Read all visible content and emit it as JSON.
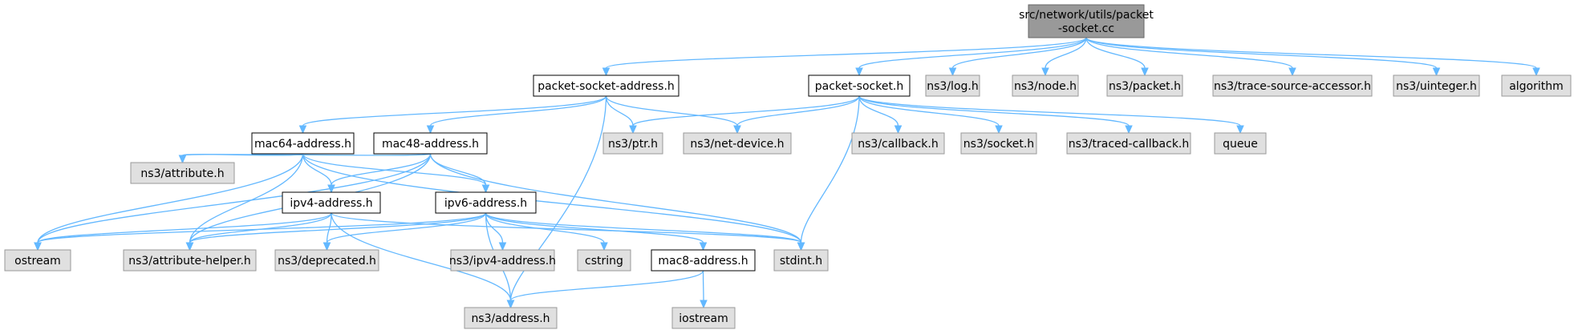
{
  "graph": {
    "nodes": [
      {
        "id": "root",
        "lines": [
          "src/network/utils/packet",
          "-socket.cc"
        ],
        "style": "root"
      },
      {
        "id": "psa",
        "lines": [
          "packet-socket-address.h"
        ],
        "style": "local"
      },
      {
        "id": "ps",
        "lines": [
          "packet-socket.h"
        ],
        "style": "local"
      },
      {
        "id": "log",
        "lines": [
          "ns3/log.h"
        ],
        "style": "external"
      },
      {
        "id": "node",
        "lines": [
          "ns3/node.h"
        ],
        "style": "external"
      },
      {
        "id": "packet",
        "lines": [
          "ns3/packet.h"
        ],
        "style": "external"
      },
      {
        "id": "tsa",
        "lines": [
          "ns3/trace-source-accessor.h"
        ],
        "style": "external"
      },
      {
        "id": "uint",
        "lines": [
          "ns3/uinteger.h"
        ],
        "style": "external"
      },
      {
        "id": "algo",
        "lines": [
          "algorithm"
        ],
        "style": "external"
      },
      {
        "id": "mac64",
        "lines": [
          "mac64-address.h"
        ],
        "style": "local"
      },
      {
        "id": "mac48",
        "lines": [
          "mac48-address.h"
        ],
        "style": "local"
      },
      {
        "id": "ptr",
        "lines": [
          "ns3/ptr.h"
        ],
        "style": "external"
      },
      {
        "id": "netdev",
        "lines": [
          "ns3/net-device.h"
        ],
        "style": "external"
      },
      {
        "id": "callback",
        "lines": [
          "ns3/callback.h"
        ],
        "style": "external"
      },
      {
        "id": "socket",
        "lines": [
          "ns3/socket.h"
        ],
        "style": "external"
      },
      {
        "id": "tcb",
        "lines": [
          "ns3/traced-callback.h"
        ],
        "style": "external"
      },
      {
        "id": "queue",
        "lines": [
          "queue"
        ],
        "style": "external"
      },
      {
        "id": "attr",
        "lines": [
          "ns3/attribute.h"
        ],
        "style": "external"
      },
      {
        "id": "ipv4",
        "lines": [
          "ipv4-address.h"
        ],
        "style": "local"
      },
      {
        "id": "ipv6",
        "lines": [
          "ipv6-address.h"
        ],
        "style": "local"
      },
      {
        "id": "ostream",
        "lines": [
          "ostream"
        ],
        "style": "external"
      },
      {
        "id": "attrh",
        "lines": [
          "ns3/attribute-helper.h"
        ],
        "style": "external"
      },
      {
        "id": "depr",
        "lines": [
          "ns3/deprecated.h"
        ],
        "style": "external"
      },
      {
        "id": "ns3ipv4",
        "lines": [
          "ns3/ipv4-address.h"
        ],
        "style": "external"
      },
      {
        "id": "cstring",
        "lines": [
          "cstring"
        ],
        "style": "external"
      },
      {
        "id": "mac8",
        "lines": [
          "mac8-address.h"
        ],
        "style": "local"
      },
      {
        "id": "stdint",
        "lines": [
          "stdint.h"
        ],
        "style": "external"
      },
      {
        "id": "address",
        "lines": [
          "ns3/address.h"
        ],
        "style": "external"
      },
      {
        "id": "iostream",
        "lines": [
          "iostream"
        ],
        "style": "external"
      }
    ],
    "edges": [
      [
        "root",
        "psa"
      ],
      [
        "root",
        "ps"
      ],
      [
        "root",
        "log"
      ],
      [
        "root",
        "node"
      ],
      [
        "root",
        "packet"
      ],
      [
        "root",
        "tsa"
      ],
      [
        "root",
        "uint"
      ],
      [
        "root",
        "algo"
      ],
      [
        "psa",
        "mac64"
      ],
      [
        "psa",
        "mac48"
      ],
      [
        "psa",
        "ptr"
      ],
      [
        "psa",
        "netdev"
      ],
      [
        "psa",
        "address"
      ],
      [
        "ps",
        "ptr"
      ],
      [
        "ps",
        "netdev"
      ],
      [
        "ps",
        "callback"
      ],
      [
        "ps",
        "socket"
      ],
      [
        "ps",
        "tcb"
      ],
      [
        "ps",
        "queue"
      ],
      [
        "ps",
        "stdint"
      ],
      [
        "mac64",
        "attr"
      ],
      [
        "mac64",
        "ipv4"
      ],
      [
        "mac64",
        "ipv6"
      ],
      [
        "mac64",
        "ostream"
      ],
      [
        "mac64",
        "attrh"
      ],
      [
        "mac64",
        "stdint"
      ],
      [
        "mac48",
        "attr"
      ],
      [
        "mac48",
        "ipv4"
      ],
      [
        "mac48",
        "ipv6"
      ],
      [
        "mac48",
        "ostream"
      ],
      [
        "mac48",
        "attrh"
      ],
      [
        "mac48",
        "stdint"
      ],
      [
        "ipv4",
        "ostream"
      ],
      [
        "ipv4",
        "attrh"
      ],
      [
        "ipv4",
        "depr"
      ],
      [
        "ipv4",
        "stdint"
      ],
      [
        "ipv4",
        "address"
      ],
      [
        "ipv6",
        "ostream"
      ],
      [
        "ipv6",
        "attrh"
      ],
      [
        "ipv6",
        "depr"
      ],
      [
        "ipv6",
        "ns3ipv4"
      ],
      [
        "ipv6",
        "cstring"
      ],
      [
        "ipv6",
        "mac8"
      ],
      [
        "ipv6",
        "stdint"
      ],
      [
        "ipv6",
        "address"
      ],
      [
        "mac8",
        "address"
      ],
      [
        "mac8",
        "iostream"
      ]
    ],
    "colors": {
      "root_fill": "#999999",
      "root_border": "#666666",
      "local_fill": "#ffffff",
      "local_border": "#000000",
      "external_fill": "#e0e0e0",
      "external_border": "#999999",
      "edge": "#63b8ff"
    }
  }
}
